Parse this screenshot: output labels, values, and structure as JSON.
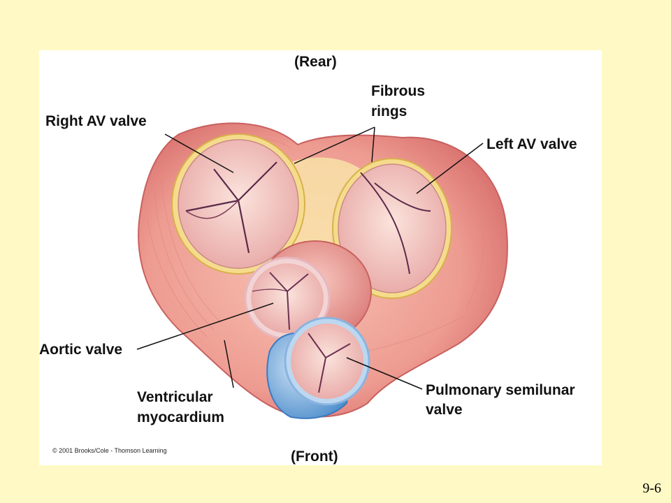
{
  "diagram": {
    "labels": {
      "rear": "(Rear)",
      "front": "(Front)",
      "fibrous_rings_line1": "Fibrous",
      "fibrous_rings_line2": "rings",
      "right_av_valve": "Right AV valve",
      "left_av_valve": "Left AV valve",
      "aortic_valve": "Aortic valve",
      "ventricular_myocardium_line1": "Ventricular",
      "ventricular_myocardium_line2": "myocardium",
      "pulmonary_valve_line1": "Pulmonary semilunar",
      "pulmonary_valve_line2": "valve"
    },
    "copyright": "© 2001 Brooks/Cole - Thomson Learning"
  },
  "slide_number": "9-6",
  "colors": {
    "background": "#fff9c6",
    "myocardium": "#f0a09a",
    "fibrous_ring": "#f5dc8c",
    "pulmonary_trunk": "#8ab4e0"
  }
}
